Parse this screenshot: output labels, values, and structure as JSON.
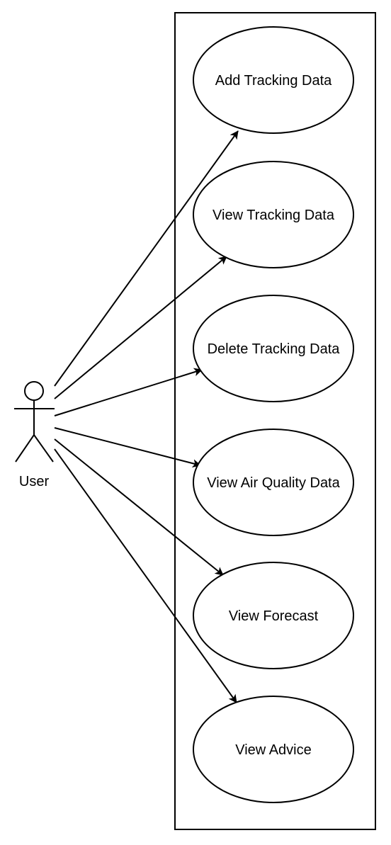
{
  "diagram": {
    "actor": {
      "label": "User",
      "icon": "stick-figure-icon"
    },
    "use_cases": [
      {
        "id": "add-tracking-data",
        "label": "Add Tracking Data"
      },
      {
        "id": "view-tracking-data",
        "label": "View Tracking Data"
      },
      {
        "id": "delete-tracking-data",
        "label": "Delete Tracking Data"
      },
      {
        "id": "view-air-quality-data",
        "label": "View Air Quality Data"
      },
      {
        "id": "view-forecast",
        "label": "View Forecast"
      },
      {
        "id": "view-advice",
        "label": "View Advice"
      }
    ],
    "colors": {
      "stroke": "#000000",
      "background": "#ffffff"
    }
  }
}
